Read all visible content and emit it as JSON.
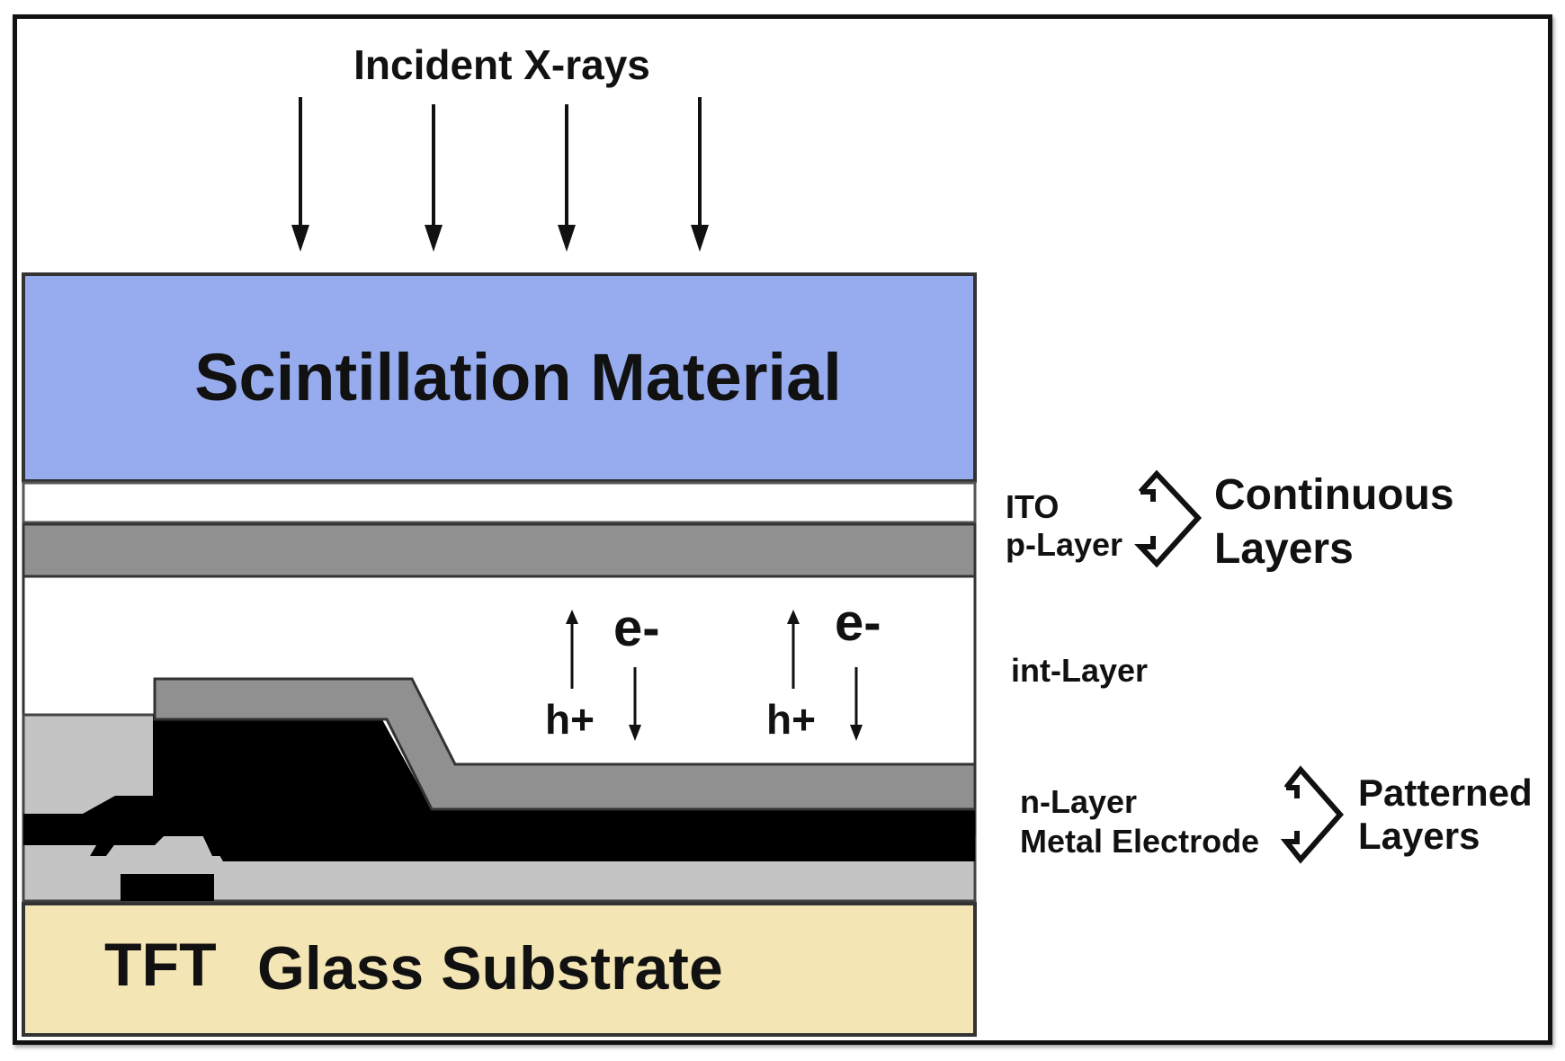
{
  "title": "Incident X-rays",
  "layers": {
    "scintillation": "Scintillation Material",
    "glass": "Glass Substrate",
    "tft": "TFT"
  },
  "charges": {
    "electron": "e-",
    "hole": "h+"
  },
  "labels": {
    "ito": "ITO",
    "p_layer": "p-Layer",
    "int_layer": "int-Layer",
    "n_layer": "n-Layer",
    "metal_electrode": "Metal Electrode",
    "continuous": [
      "Continuous",
      "Layers"
    ],
    "patterned": [
      "Patterned",
      "Layers"
    ]
  },
  "colors": {
    "scintillation": "#97acee",
    "glass": "#f3e5b4",
    "gray_layer": "#909090",
    "light_gray": "#c4c4c4",
    "metal": "#000000"
  }
}
